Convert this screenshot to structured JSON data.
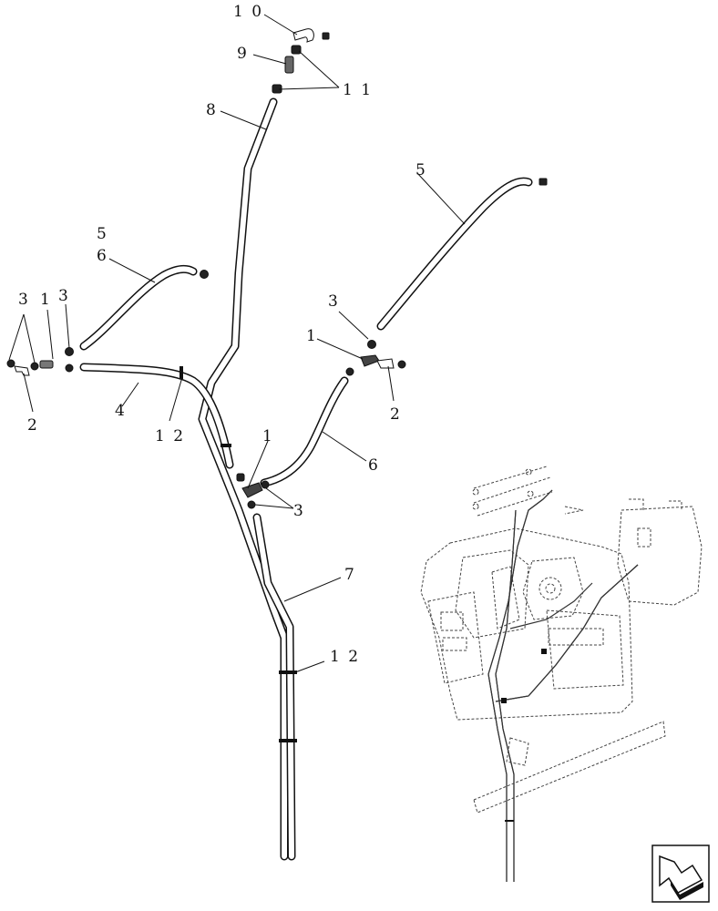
{
  "callouts": [
    {
      "id": "c10",
      "text": "1 0"
    },
    {
      "id": "c9",
      "text": "9"
    },
    {
      "id": "c11",
      "text": "1 1"
    },
    {
      "id": "c8",
      "text": "8"
    },
    {
      "id": "c5a",
      "text": "5"
    },
    {
      "id": "c5b",
      "text": "5"
    },
    {
      "id": "c6a",
      "text": "6"
    },
    {
      "id": "c3a",
      "text": "3"
    },
    {
      "id": "c3b",
      "text": "3"
    },
    {
      "id": "c1a",
      "text": "1"
    },
    {
      "id": "c2a",
      "text": "2"
    },
    {
      "id": "c4",
      "text": "4"
    },
    {
      "id": "c12a",
      "text": "1 2"
    },
    {
      "id": "c3c",
      "text": "3"
    },
    {
      "id": "c1b",
      "text": "1"
    },
    {
      "id": "c2b",
      "text": "2"
    },
    {
      "id": "c6b",
      "text": "6"
    },
    {
      "id": "c1c",
      "text": "1"
    },
    {
      "id": "c3d",
      "text": "3"
    },
    {
      "id": "c7",
      "text": "7"
    },
    {
      "id": "c12b",
      "text": "1 2"
    }
  ],
  "icons": {
    "nav": "navigation-arrow-icon"
  }
}
